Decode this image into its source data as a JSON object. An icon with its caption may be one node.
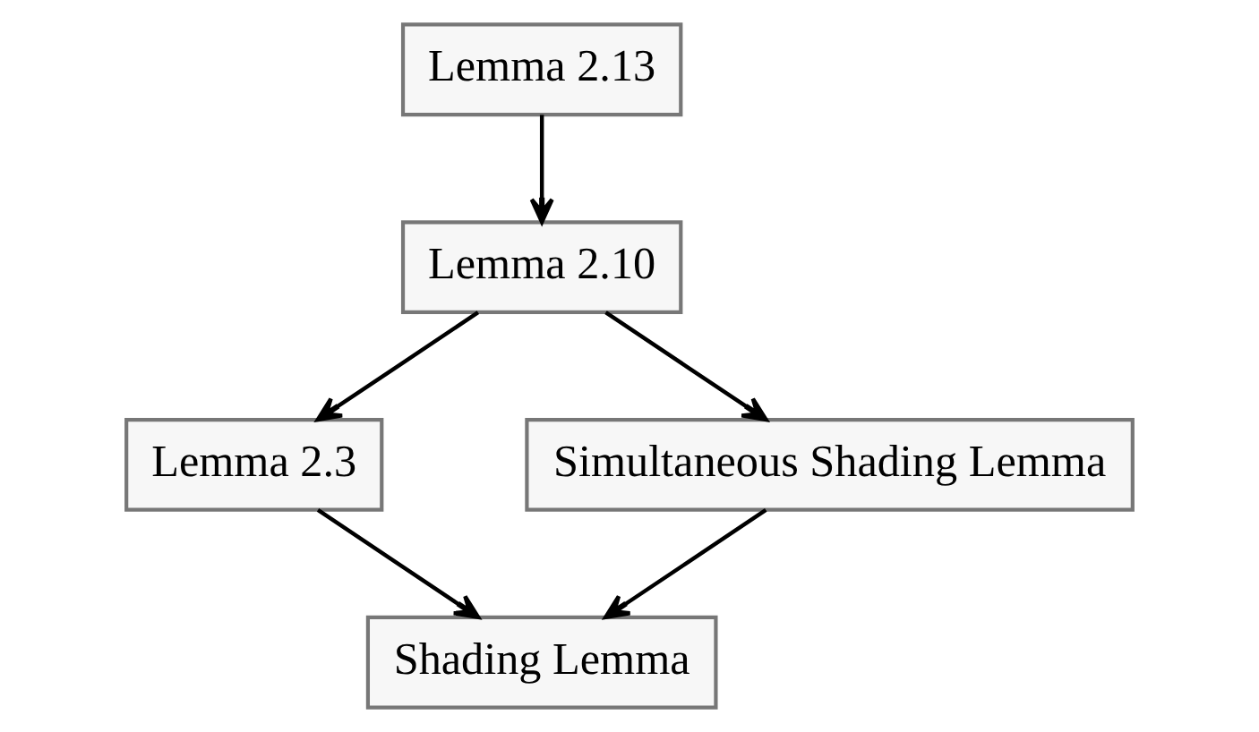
{
  "diagram": {
    "nodes": [
      {
        "text": [
          "Lemma 2.13"
        ]
      },
      {
        "text": [
          "Lemma 2.10"
        ]
      },
      {
        "text": [
          "Lemma 2.3"
        ]
      },
      {
        "text": [
          "Simultaneous Shading Lemma"
        ]
      },
      {
        "text": [
          "Shading Lemma"
        ]
      }
    ],
    "edges": [
      {
        "from": 0,
        "to": 1,
        "arrow": "to"
      },
      {
        "from": 1,
        "to": 2,
        "arrow": "to"
      },
      {
        "from": 1,
        "to": 3,
        "arrow": "to"
      },
      {
        "from": 2,
        "to": 4,
        "arrow": "to"
      },
      {
        "from": 3,
        "to": 4,
        "arrow": "to"
      }
    ]
  }
}
